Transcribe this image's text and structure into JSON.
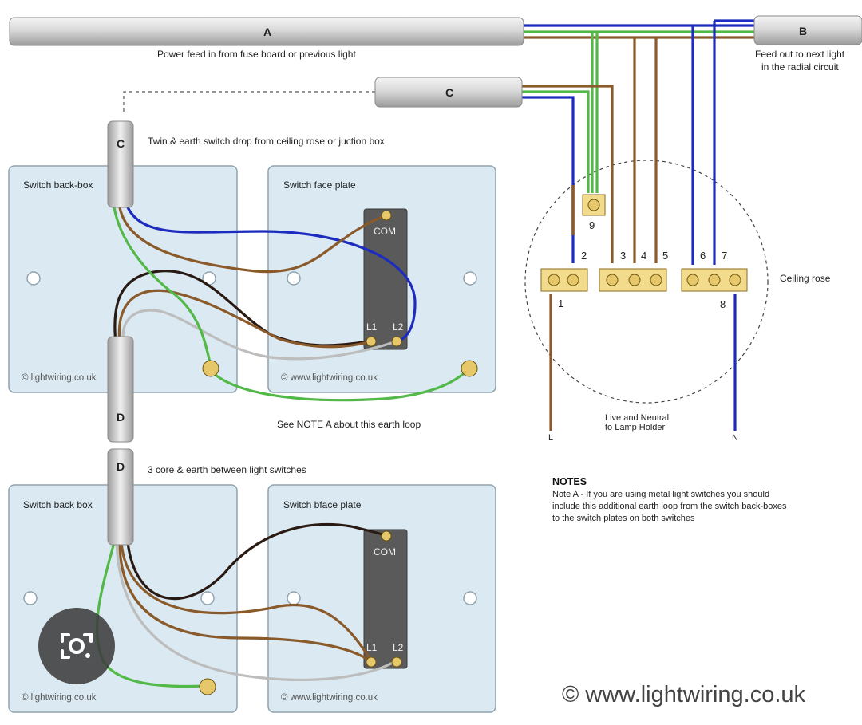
{
  "colors": {
    "live": "#8a5a2b",
    "neutral": "#1d2bbf",
    "earth": "#52b848",
    "black_core": "#2a1a14",
    "grey_core": "#bdbdbd",
    "box_fill": "#dbeaf2",
    "box_stroke": "#8fa3ae",
    "terminal": "#e6c86a"
  },
  "cables": {
    "a": "A",
    "b": "B",
    "c_top": "C",
    "c_drop": "C",
    "d_upper": "D",
    "d_lower": "D"
  },
  "captions": {
    "power_feed": "Power feed in from fuse board or previous light",
    "feed_out_line1": "Feed out to next light",
    "feed_out_line2": "in the radial circuit",
    "twin_earth_drop": "Twin & earth switch drop from ceiling rose or juction box",
    "earth_loop_note": "See NOTE A about this earth loop",
    "three_core": "3 core & earth between light switches",
    "ceiling_rose": "Ceiling rose",
    "lamp_holder_line1": "Live and Neutral",
    "lamp_holder_line2": "to Lamp Holder",
    "lamp_l": "L",
    "lamp_n": "N"
  },
  "switch1": {
    "back_box_label": "Switch back-box",
    "face_plate_label": "Switch face plate",
    "com": "COM",
    "l1": "L1",
    "l2": "L2",
    "copyright_back": "© lightwiring.co.uk",
    "copyright_face": "© www.lightwiring.co.uk"
  },
  "switch2": {
    "back_box_label": "Switch back box",
    "face_plate_label": "Switch bface plate",
    "com": "COM",
    "l1": "L1",
    "l2": "L2",
    "copyright_back": "© lightwiring.co.uk",
    "copyright_face": "© www.lightwiring.co.uk"
  },
  "terminals": {
    "t1": "1",
    "t2": "2",
    "t3": "3",
    "t4": "4",
    "t5": "5",
    "t6": "6",
    "t7": "7",
    "t8": "8",
    "t9": "9"
  },
  "notes": {
    "heading": "NOTES",
    "line1": "Note A - If you are using metal light switches you should",
    "line2": "include this additional earth loop from the switch back-boxes",
    "line3": "to the switch plates on both switches"
  },
  "watermark": "© www.lightwiring.co.uk",
  "overlay": {
    "lens_icon": "camera-lens-icon"
  }
}
